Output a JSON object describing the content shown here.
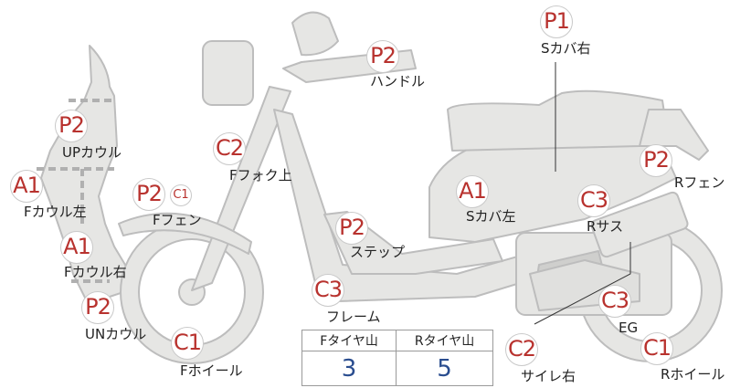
{
  "parts": [
    {
      "id": "handle",
      "grade": "P2",
      "label": "ハンドル"
    },
    {
      "id": "s-cover-right",
      "grade": "P1",
      "label": "Sカバ右"
    },
    {
      "id": "up-cowl",
      "grade": "P2",
      "label": "UPカウル"
    },
    {
      "id": "f-fork-upper",
      "grade": "C2",
      "label": "Fフォク上"
    },
    {
      "id": "f-cowl-left",
      "grade": "A1",
      "label": "Fカウル左"
    },
    {
      "id": "f-fender",
      "grade": "P2",
      "label": "Fフェン",
      "sub_grade": "C1"
    },
    {
      "id": "s-cover-left",
      "grade": "A1",
      "label": "Sカバ左"
    },
    {
      "id": "r-fender",
      "grade": "P2",
      "label": "Rフェン"
    },
    {
      "id": "r-suspension",
      "grade": "C3",
      "label": "Rサス"
    },
    {
      "id": "step",
      "grade": "P2",
      "label": "ステップ"
    },
    {
      "id": "f-cowl-right",
      "grade": "A1",
      "label": "Fカウル右"
    },
    {
      "id": "frame",
      "grade": "C3",
      "label": "フレーム"
    },
    {
      "id": "un-cowl",
      "grade": "P2",
      "label": "UNカウル"
    },
    {
      "id": "f-wheel",
      "grade": "C1",
      "label": "Fホイール"
    },
    {
      "id": "engine",
      "grade": "C3",
      "label": "EG"
    },
    {
      "id": "muffler-right",
      "grade": "C2",
      "label": "サイレ右"
    },
    {
      "id": "r-wheel",
      "grade": "C1",
      "label": "Rホイール"
    }
  ],
  "tire_table": {
    "front_header": "Fタイヤ山",
    "rear_header": "Rタイヤ山",
    "front_value": "3",
    "rear_value": "5"
  },
  "colors": {
    "grade_text": "#b8322e",
    "value_text": "#2a4d8f",
    "part_fill": "#e6e6e4",
    "part_stroke": "#bdbdbd"
  }
}
